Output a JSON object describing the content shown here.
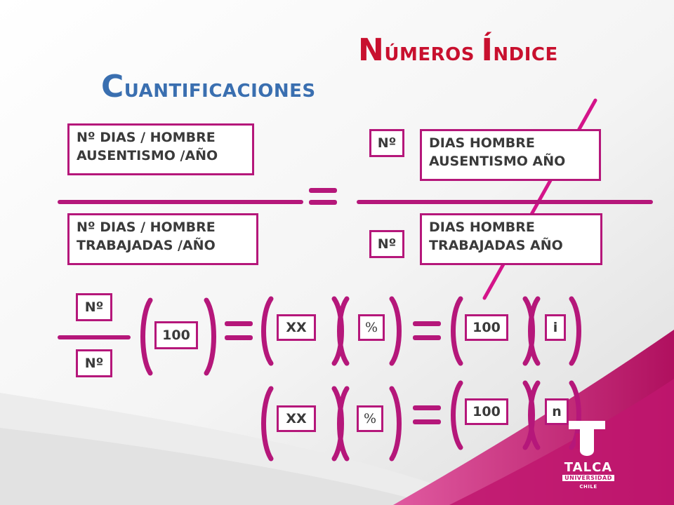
{
  "colors": {
    "accent": "#b5177a",
    "title_red": "#c8102e",
    "title_blue": "#3a6fb0",
    "text": "#3a3a3a",
    "bg_gray": "#e6e6e6",
    "bg_magenta": "#c0166e"
  },
  "titles": {
    "numeros_first": "N",
    "numeros_rest": "ÚMEROS ",
    "indice_first": "Í",
    "indice_rest": "NDICE",
    "cuant_first": "C",
    "cuant_rest": "UANTIFICACIONES"
  },
  "fraction_left": {
    "numerator_line1": "Nº DIAS / HOMBRE",
    "numerator_line2": "AUSENTISMO /AÑO",
    "denominator_line1": "Nº DIAS / HOMBRE",
    "denominator_line2": "TRABAJADAS /AÑO"
  },
  "fraction_right": {
    "num_symbol": "Nº",
    "numerator_line1": "DIAS HOMBRE",
    "numerator_line2": "AUSENTISMO AÑO",
    "den_symbol": "Nº",
    "denominator_line1": "DIAS HOMBRE",
    "denominator_line2": "TRABAJADAS AÑO"
  },
  "row1": {
    "num": "Nº",
    "den": "Nº",
    "hundred_a": "100",
    "xx": "XX",
    "percent": "%",
    "hundred_b": "100",
    "i": "i"
  },
  "row2": {
    "xx": "XX",
    "percent": "%",
    "hundred": "100",
    "n": "n"
  },
  "logo": {
    "name": "TALCA",
    "sub": "UNIVERSIDAD",
    "country": "CHILE"
  }
}
